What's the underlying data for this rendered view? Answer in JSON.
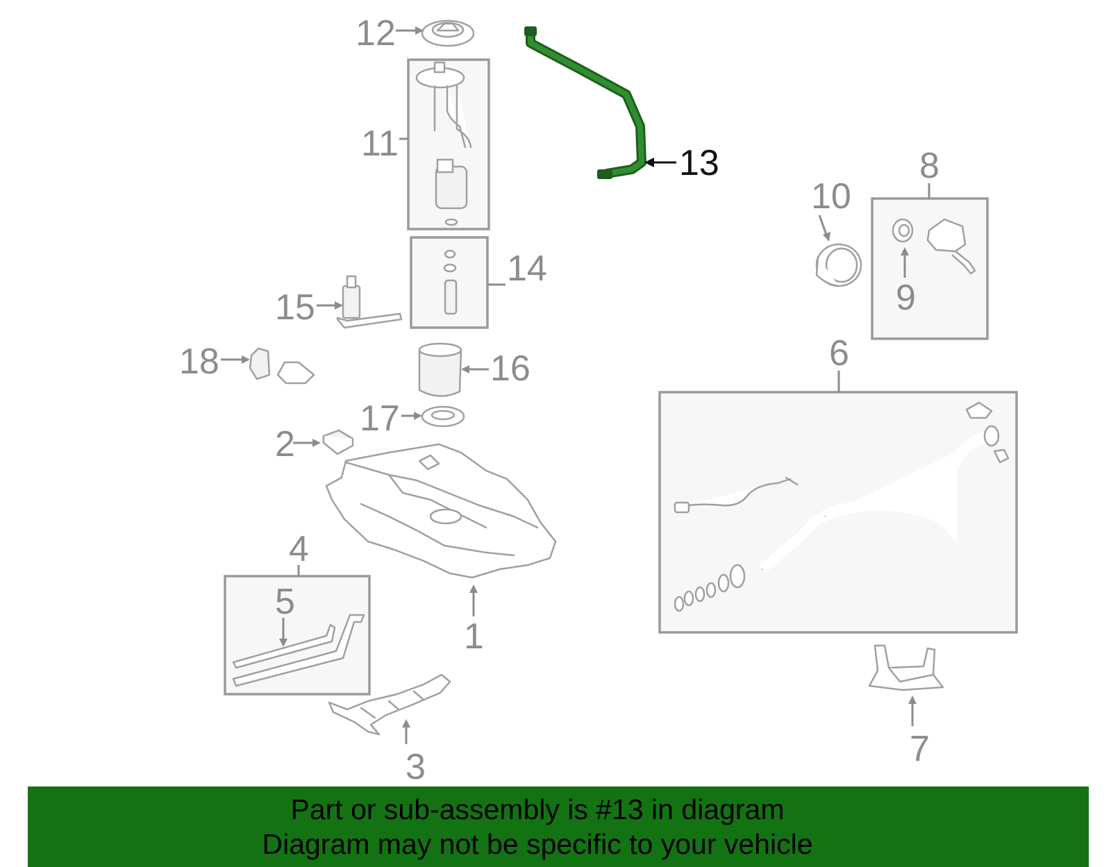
{
  "callouts": {
    "c1": "1",
    "c2": "2",
    "c3": "3",
    "c4": "4",
    "c5": "5",
    "c6": "6",
    "c7": "7",
    "c8": "8",
    "c9": "9",
    "c10": "10",
    "c11": "11",
    "c12": "12",
    "c13": "13",
    "c14": "14",
    "c15": "15",
    "c16": "16",
    "c17": "17",
    "c18": "18"
  },
  "highlighted_part": "13",
  "colors": {
    "highlight_part": "#1f5c1f",
    "banner_background": "#137313",
    "callout_text": "#8c8c8c",
    "highlighted_callout_text": "#111111",
    "box_border": "#9a9a9a"
  },
  "banner": {
    "line1": "Part or sub-assembly is #13 in diagram",
    "line2": "Diagram may not be specific to your vehicle"
  }
}
